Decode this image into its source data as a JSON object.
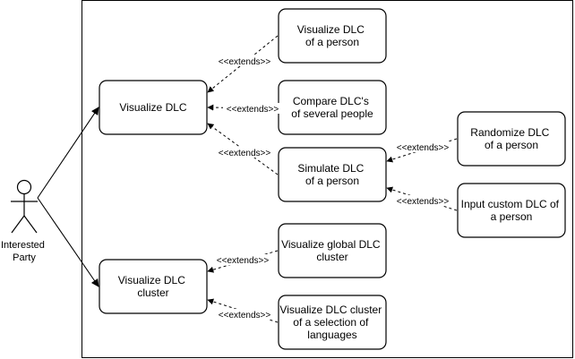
{
  "actor": {
    "name_lines": [
      "Interested",
      "Party"
    ]
  },
  "use_cases": {
    "visualize_dlc": [
      "Visualize DLC"
    ],
    "visualize_dlc_cluster": [
      "Visualize DLC",
      "cluster"
    ],
    "visualize_dlc_person": [
      "Visualize DLC",
      "of a person"
    ],
    "compare_dlcs": [
      "Compare DLC's",
      "of several people"
    ],
    "simulate_dlc": [
      "Simulate DLC",
      "of a person"
    ],
    "randomize_dlc": [
      "Randomize DLC",
      "of a person"
    ],
    "input_custom_dlc": [
      "Input custom DLC of",
      "a person"
    ],
    "visualize_global_cluster": [
      "Visualize global DLC",
      "cluster"
    ],
    "visualize_cluster_selection": [
      "Visualize DLC cluster",
      "of a selection of",
      "languages"
    ]
  },
  "relations": {
    "extends_label": "<<extends>>"
  }
}
